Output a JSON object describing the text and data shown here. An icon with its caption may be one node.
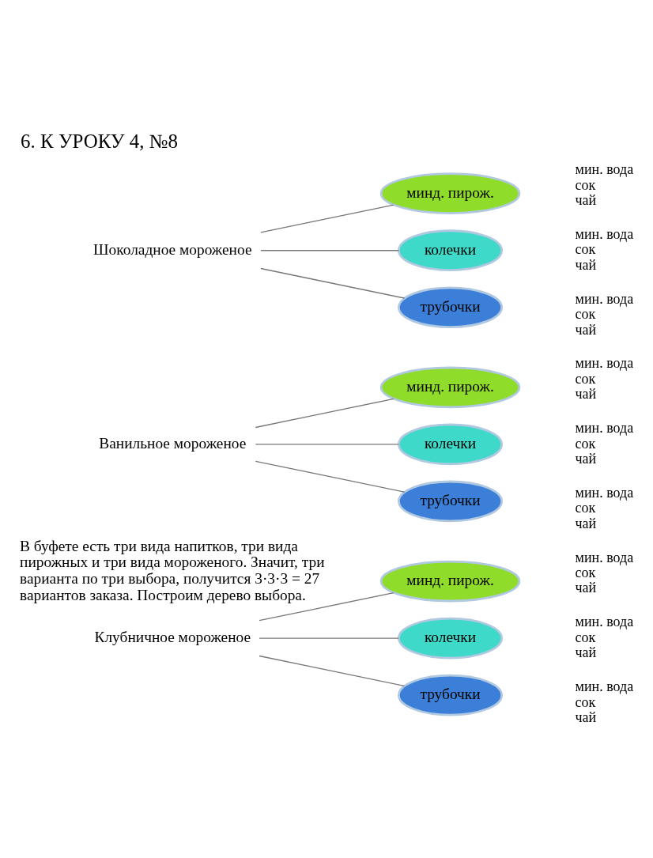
{
  "diagram": {
    "title": "6. К УРОКУ 4, №8",
    "nodes": [
      {
        "text": [
          "Клубничное мороженое"
        ]
      },
      {
        "text": [
          "минд. пирож."
        ],
        "beside": [
          "мин. вода",
          "сок",
          "чай"
        ]
      },
      {
        "text": [
          "колечки"
        ],
        "beside": [
          "мин. вода",
          "сок",
          "чай"
        ]
      },
      {
        "text": [
          "трубочки"
        ],
        "beside": [
          "мин. вода",
          "сок",
          "чай"
        ]
      },
      {
        "text": [
          "Ванильное мороженое"
        ]
      },
      {
        "text": [
          "минд. пирож."
        ],
        "beside": [
          "мин. вода",
          "сок",
          "чай"
        ]
      },
      {
        "text": [
          "колечки"
        ],
        "beside": [
          "мин. вода",
          "сок",
          "чай"
        ]
      },
      {
        "text": [
          "трубочки"
        ],
        "beside": [
          "мин. вода",
          "сок",
          "чай"
        ]
      },
      {
        "text": [
          "Шоколадное мороженое"
        ]
      },
      {
        "text": [
          "минд. пирож."
        ],
        "beside": [
          "мин. вода",
          "сок",
          "чай"
        ]
      },
      {
        "text": [
          "колечки"
        ],
        "beside": [
          "мин. вода",
          "сок",
          "чай"
        ]
      },
      {
        "text": [
          "трубочки"
        ],
        "beside": [
          "мин. вода",
          "сок",
          "чай"
        ]
      }
    ],
    "edges": [
      {
        "from": 0,
        "to": 1,
        "arrow": "none"
      },
      {
        "from": 0,
        "to": 2,
        "arrow": "none"
      },
      {
        "from": 0,
        "to": 3,
        "arrow": "none"
      },
      {
        "from": 4,
        "to": 5,
        "arrow": "none"
      },
      {
        "from": 4,
        "to": 6,
        "arrow": "none"
      },
      {
        "from": 4,
        "to": 7,
        "arrow": "none"
      },
      {
        "from": 8,
        "to": 9,
        "arrow": "none"
      },
      {
        "from": 8,
        "to": 10,
        "arrow": "none"
      },
      {
        "from": 8,
        "to": 11,
        "arrow": "none"
      }
    ],
    "labels": [
      "В буфете есть три вида напитков, три вида пирожных и три вида мороженого. Значит, три варианта по три выбора, получится 3·3·3 = 27 вариантов заказа. Построим дерево выбора."
    ]
  }
}
